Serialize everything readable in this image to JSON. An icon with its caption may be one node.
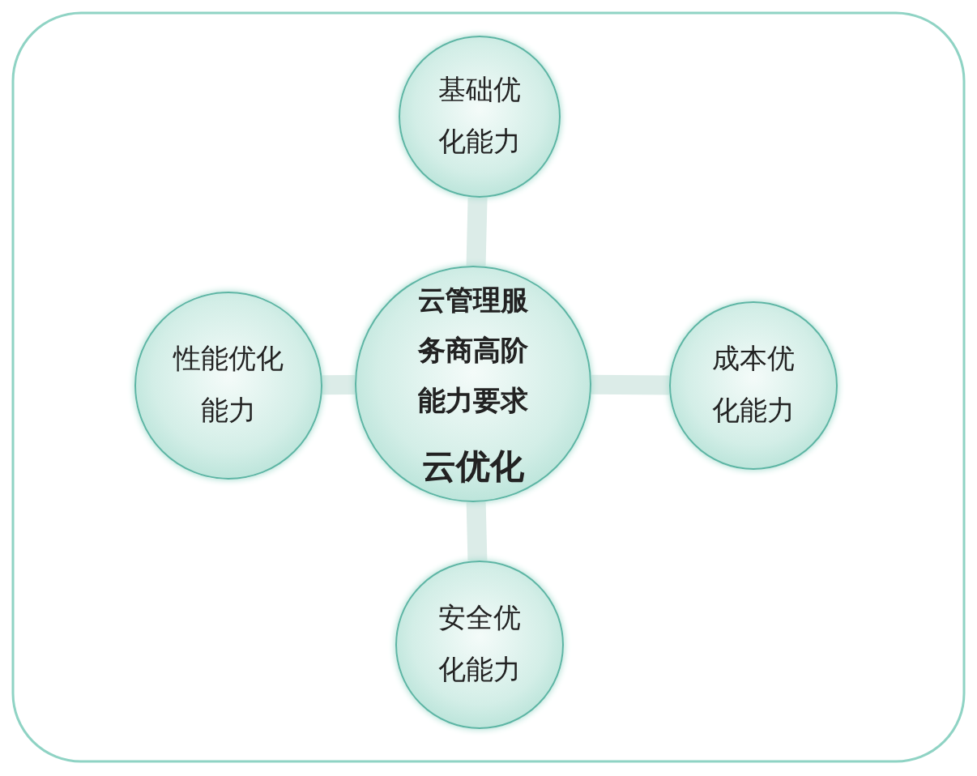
{
  "diagram": {
    "nodes": [
      {
        "text": [
          "基础优化能力"
        ]
      },
      {
        "text": [
          "性能优化能力"
        ]
      },
      {
        "text": [
          "云管理服务商高阶能力要求",
          "云优化"
        ]
      },
      {
        "text": [
          "成本优化能力"
        ]
      },
      {
        "text": [
          "安全优化能力"
        ]
      }
    ],
    "edges": [
      {
        "from": 2,
        "to": 0,
        "arrow": "none"
      },
      {
        "from": 2,
        "to": 1,
        "arrow": "none"
      },
      {
        "from": 2,
        "to": 3,
        "arrow": "none"
      },
      {
        "from": 2,
        "to": 4,
        "arrow": "none"
      }
    ]
  }
}
